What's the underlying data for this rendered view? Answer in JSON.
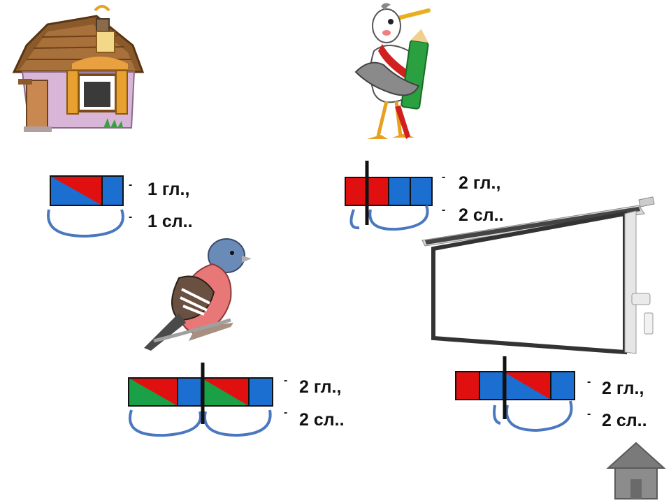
{
  "colors": {
    "vowel": "#e01010",
    "consonant": "#1a6fd0",
    "soft": "#1aa046",
    "arc": "#4a78c0",
    "divider": "#111111",
    "home_button": "#8a8a8a"
  },
  "blocks": [
    {
      "id": "house",
      "picture": "house-icon",
      "schema": [
        "hard-consonant-vowel",
        "consonant"
      ],
      "divided": false,
      "info": {
        "vowels": "1 гл.,",
        "syllables": "1 сл.."
      }
    },
    {
      "id": "stork",
      "picture": "stork-icon",
      "schema": [
        "vowel",
        "vowel",
        "consonant",
        "consonant"
      ],
      "divided": true,
      "info": {
        "vowels": "2 гл.,",
        "syllables": "2 сл.."
      }
    },
    {
      "id": "finch",
      "picture": "finch-icon",
      "schema": [
        "soft-consonant-vowel",
        "consonant",
        "soft-consonant-vowel",
        "consonant"
      ],
      "divided": true,
      "info": {
        "vowels": "2 гл.,",
        "syllables": "2 сл.."
      }
    },
    {
      "id": "screen",
      "picture": "projector-screen-icon",
      "schema": [
        "vowel",
        "consonant",
        "hard-consonant-vowel",
        "consonant"
      ],
      "divided": true,
      "info": {
        "vowels": "2 гл.,",
        "syllables": "2 сл.."
      }
    }
  ],
  "nav": {
    "home": "home-icon"
  }
}
